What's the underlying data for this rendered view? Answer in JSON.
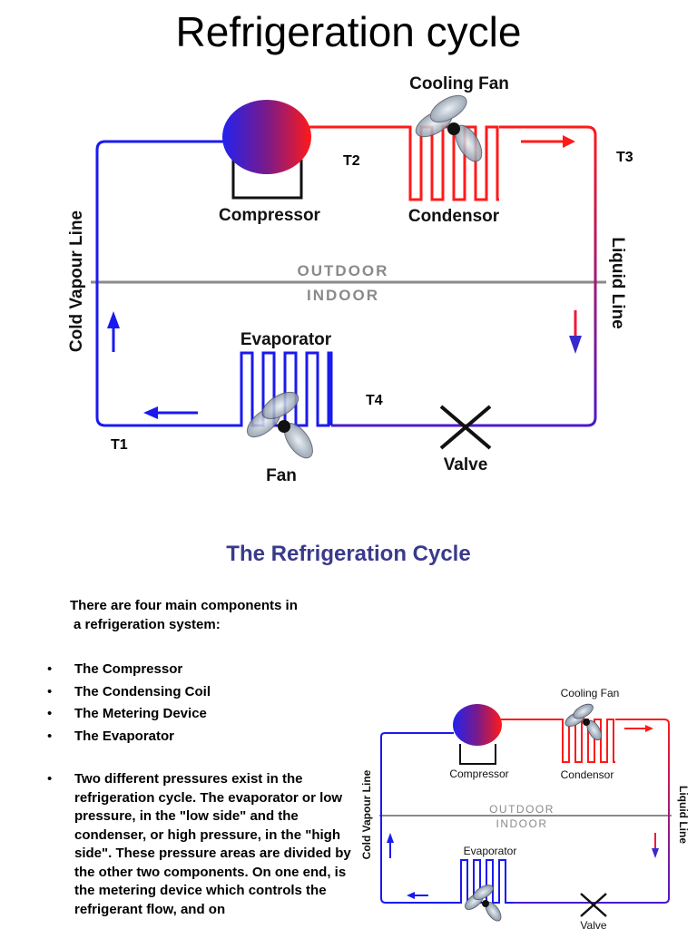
{
  "title": "Refrigeration cycle",
  "colors": {
    "hot": "#ff1a1a",
    "cold": "#1a1aee",
    "divider": "#8a8a8a",
    "section_title": "#3a3a8c"
  },
  "diagram": {
    "cooling_fan": "Cooling Fan",
    "compressor": "Compressor",
    "condensor": "Condensor",
    "evaporator": "Evaporator",
    "fan": "Fan",
    "valve": "Valve",
    "outdoor": "OUTDOOR",
    "indoor": "INDOOR",
    "cold_vapour_line": "Cold Vapour Line",
    "liquid_line": "Liquid Line",
    "t1": "T1",
    "t2": "T2",
    "t3": "T3",
    "t4": "T4"
  },
  "section_title": "The Refrigeration Cycle",
  "intro_line1": "There are four main components in",
  "intro_line2": "a refrigeration system:",
  "bullets": [
    "The Compressor",
    "The Condensing Coil",
    "The Metering Device",
    "The Evaporator"
  ],
  "paragraph": "Two different pressures exist in the refrigeration cycle.  The evaporator or low pressure, in the \"low side\" and the condenser, or high pressure, in the \"high side\".  These pressure areas are divided by the other two components.  On one end, is the metering device which controls the refrigerant flow, and on",
  "small_diagram": {
    "cooling_fan": "Cooling Fan",
    "compressor": "Compressor",
    "condensor": "Condensor",
    "evaporator": "Evaporator",
    "valve": "Valve",
    "outdoor": "OUTDOOR",
    "indoor": "INDOOR",
    "cold_vapour_line": "Cold Vapour Line",
    "liquid_line": "Liquid Line"
  }
}
